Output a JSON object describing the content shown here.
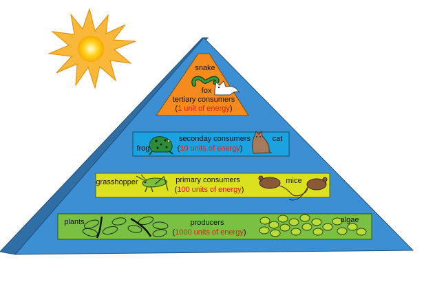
{
  "colors": {
    "pyramid": "#3d8fd4",
    "pyramid_side": "#2f6fa6",
    "tertiary_box": "#f58b1c",
    "secondary_box": "#1aa3e0",
    "primary_box": "#dbe01f",
    "producer_box": "#79c043",
    "energy_text": "#e21a1a",
    "sun": "#ffd21a"
  },
  "levels": {
    "tertiary": {
      "title": "tertiary consumers",
      "energy_prefix": "(",
      "energy_value": "1 unit of energy",
      "energy_suffix": ")",
      "organisms": {
        "snake": "snake",
        "fox": "fox"
      }
    },
    "secondary": {
      "title": "seconday consumers",
      "energy_prefix": "(",
      "energy_value": "10 units of energy",
      "energy_suffix": ")",
      "organisms": {
        "frog": "frog",
        "cat": "cat"
      }
    },
    "primary": {
      "title": "primary consumers",
      "energy_prefix": "(",
      "energy_value": "100 units of energy",
      "energy_suffix": ")",
      "organisms": {
        "grasshopper": "grasshopper",
        "mice": "mice"
      }
    },
    "producers": {
      "title": "producers",
      "energy_prefix": "(",
      "energy_value": "1000 units of energy",
      "energy_suffix": ")",
      "organisms": {
        "plants": "plants",
        "algae": "algae"
      }
    }
  },
  "icons": [
    "sun-icon",
    "snake-icon",
    "fox-icon",
    "frog-icon",
    "cat-icon",
    "grasshopper-icon",
    "mouse-icon",
    "plant-icon",
    "algae-icon"
  ]
}
